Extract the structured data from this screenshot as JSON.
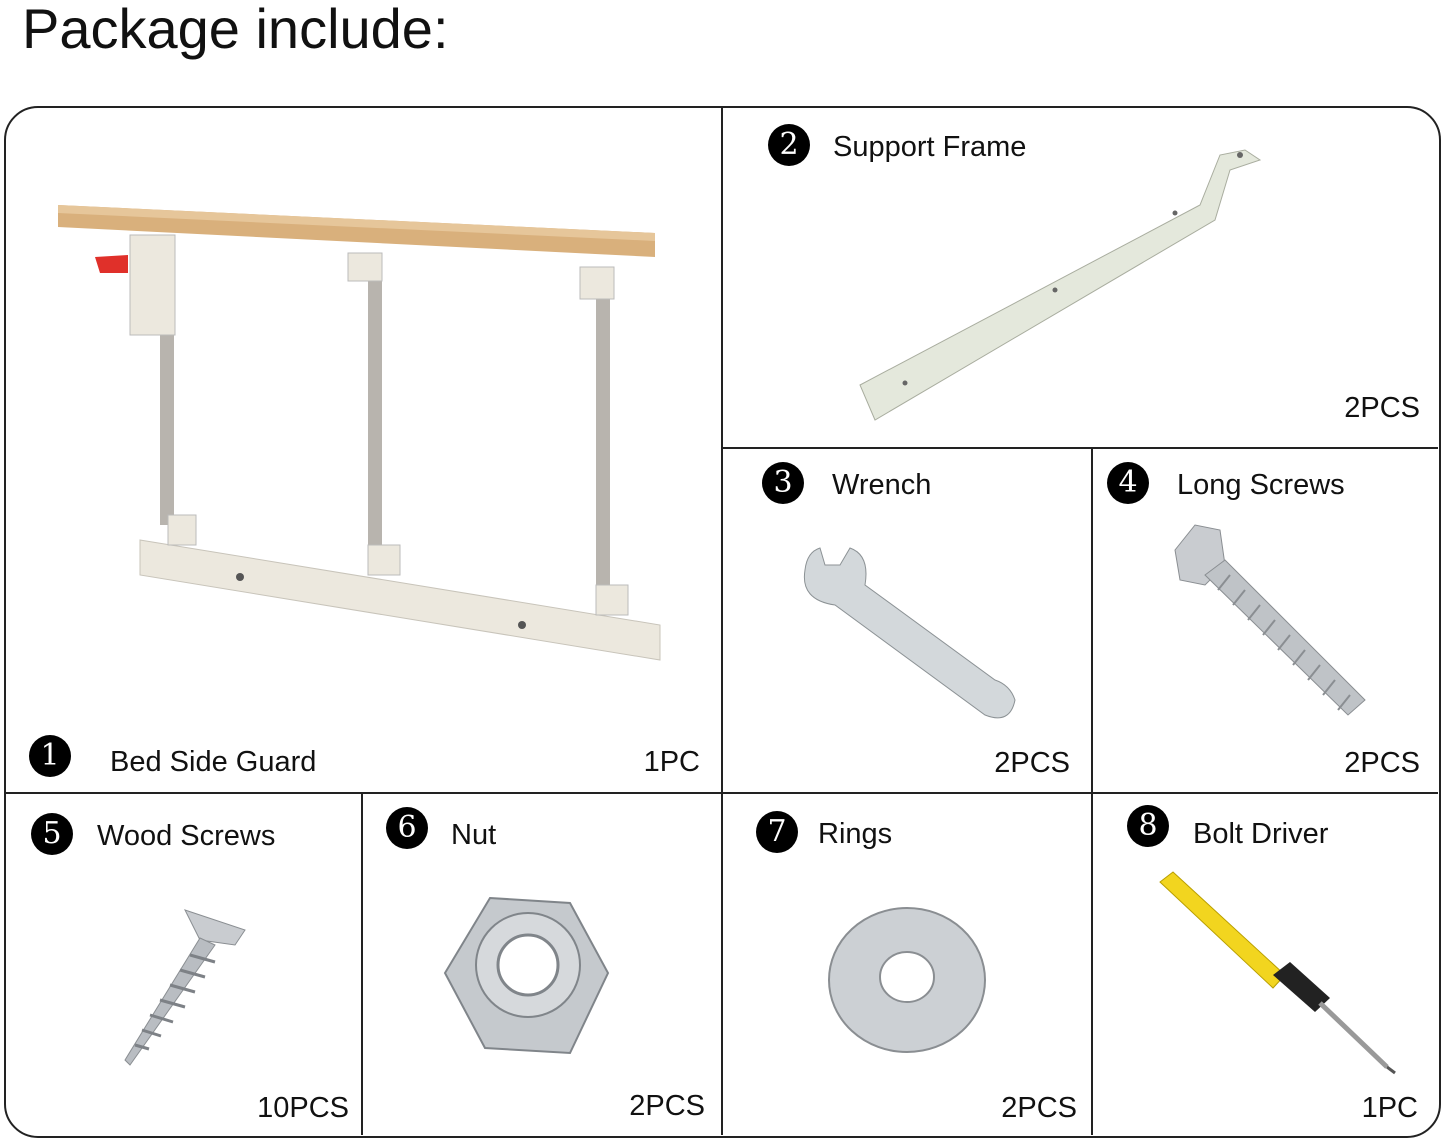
{
  "title": "Package include:",
  "items": [
    {
      "number": "1",
      "label": "Bed Side Guard",
      "quantity": "1PC",
      "icon": "bed-side-guard"
    },
    {
      "number": "2",
      "label": "Support Frame",
      "quantity": "2PCS",
      "icon": "support-frame"
    },
    {
      "number": "3",
      "label": "Wrench",
      "quantity": "2PCS",
      "icon": "wrench"
    },
    {
      "number": "4",
      "label": "Long Screws",
      "quantity": "2PCS",
      "icon": "long-screw"
    },
    {
      "number": "5",
      "label": "Wood Screws",
      "quantity": "10PCS",
      "icon": "wood-screw"
    },
    {
      "number": "6",
      "label": "Nut",
      "quantity": "2PCS",
      "icon": "nut"
    },
    {
      "number": "7",
      "label": "Rings",
      "quantity": "2PCS",
      "icon": "ring"
    },
    {
      "number": "8",
      "label": "Bolt Driver",
      "quantity": "1PC",
      "icon": "screwdriver"
    }
  ]
}
